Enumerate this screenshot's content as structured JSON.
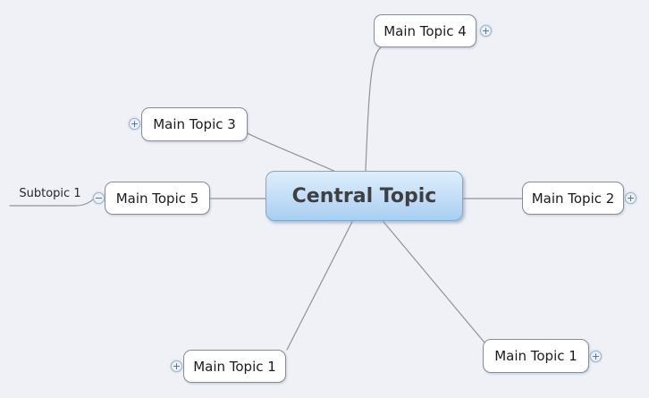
{
  "central_topic": {
    "label": "Central Topic"
  },
  "main_topics": [
    {
      "label": "Main Topic 4",
      "expander": "+",
      "expander_side": "right",
      "position": "top"
    },
    {
      "label": "Main Topic 3",
      "expander": "+",
      "expander_side": "left",
      "position": "upper-left"
    },
    {
      "label": "Main Topic 5",
      "expander": "−",
      "expander_side": "left",
      "position": "left"
    },
    {
      "label": "Main Topic 2",
      "expander": "+",
      "expander_side": "right",
      "position": "right"
    },
    {
      "label": "Main Topic 1",
      "expander": "+",
      "expander_side": "right",
      "position": "bottom-right"
    },
    {
      "label": "Main Topic 1",
      "expander": "+",
      "expander_side": "left",
      "position": "bottom-left"
    }
  ],
  "subtopics": [
    {
      "label": "Subtopic 1",
      "parent": "Main Topic 5",
      "style": "line"
    }
  ],
  "colors": {
    "background": "#eff1f7",
    "connector": "#8e939c",
    "central_fill_top": "#ddeefd",
    "central_fill_bottom": "#a8cff0",
    "central_border": "#7da8d2",
    "central_text": "#3d3f42",
    "topic_fill": "#ffffff",
    "topic_border": "#868d97",
    "topic_text": "#1b1b1b",
    "expander_fill": "#eaf0f7",
    "expander_border": "#9fb4ca",
    "expander_glyph": "#4c6b88"
  }
}
